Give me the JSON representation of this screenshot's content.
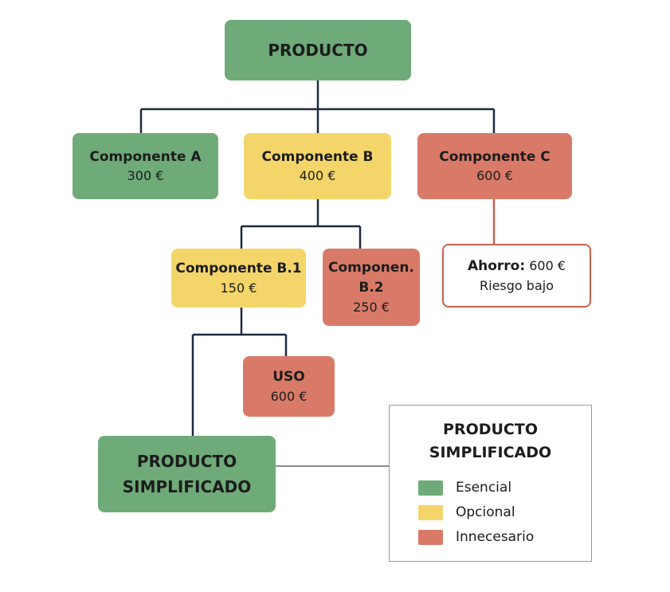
{
  "root": {
    "title": "PRODUCTO"
  },
  "components": {
    "a": {
      "name": "Componente A",
      "cost": "300 €",
      "category": "Esencial"
    },
    "b": {
      "name": "Componente B",
      "cost": "400 €",
      "category": "Opcional"
    },
    "c": {
      "name": "Componente C",
      "cost": "600 €",
      "category": "Innecesario"
    },
    "b1": {
      "name": "Componente B.1",
      "cost": "150 €",
      "category": "Opcional"
    },
    "b2": {
      "name_line1": "Componen.",
      "name_line2": "B.2",
      "cost": "250 €",
      "category": "Innecesario"
    },
    "uso": {
      "name": "USO",
      "cost": "600 €",
      "category": "Innecesario"
    }
  },
  "savings_note": {
    "label": "Ahorro:",
    "amount": "600 €",
    "risk": "Riesgo bajo"
  },
  "result": {
    "line1": "PRODUCTO",
    "line2": "SIMPLIFICADO"
  },
  "legend": {
    "title_line1": "PRODUCTO",
    "title_line2": "SIMPLIFICADO",
    "items": [
      {
        "label": "Esencial",
        "color": "#6faa79"
      },
      {
        "label": "Opcional",
        "color": "#f4d56a"
      },
      {
        "label": "Innecesario",
        "color": "#d97a68"
      }
    ]
  },
  "colors": {
    "esencial": "#6faa79",
    "opcional": "#f4d56a",
    "innecesario": "#d97a68",
    "connector": "#1f2a3d",
    "savings_border": "#c9614d",
    "legend_connector": "#8c8c8c"
  }
}
